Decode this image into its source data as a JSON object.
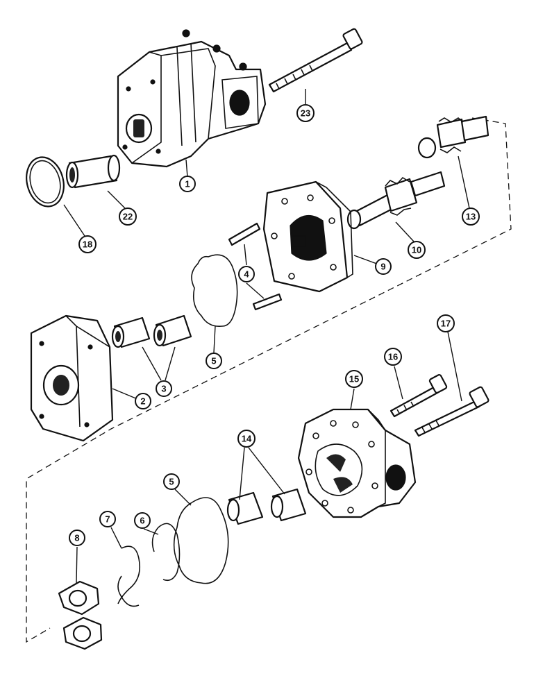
{
  "callouts": {
    "c1": "1",
    "c2": "2",
    "c3": "3",
    "c4": "4",
    "c5a": "5",
    "c5b": "5",
    "c6": "6",
    "c7": "7",
    "c8": "8",
    "c9": "9",
    "c10": "10",
    "c13": "13",
    "c14": "14",
    "c15": "15",
    "c16": "16",
    "c17": "17",
    "c18": "18",
    "c22": "22",
    "c23": "23"
  }
}
